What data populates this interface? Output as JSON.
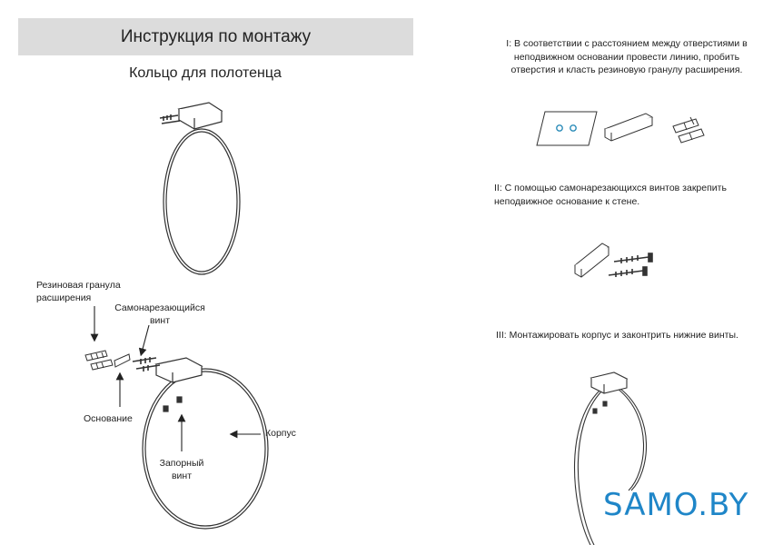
{
  "header": {
    "title": "Инструкция по монтажу",
    "subtitle": "Кольцо для полотенца"
  },
  "labels": {
    "rubber_line1": "Резиновая гранула",
    "rubber_line2": "расширения",
    "screw_line1": "Самонарезающийся",
    "screw_line2": "винт",
    "base": "Основание",
    "body": "Корпус",
    "lock_line1": "Запорный",
    "lock_line2": "винт"
  },
  "steps": {
    "step1_line1": "I: В соответствии с расстоянием между отверстиями в",
    "step1_line2": "неподвижном основании провести линию, пробить",
    "step1_line3": "отверстия и класть резиновую гранулу расширения.",
    "step2_line1": "II: С помощью самонарезающихся винтов закрепить",
    "step2_line2": "неподвижное основание к стене.",
    "step3_line1": "III: Монтажировать корпус и законтрить нижние винты."
  },
  "watermark": "SAMO.BY",
  "colors": {
    "title_bar": "#dcdcdc",
    "line": "#333333",
    "watermark": "#1f86c8",
    "hole": "#2a8bb8"
  }
}
